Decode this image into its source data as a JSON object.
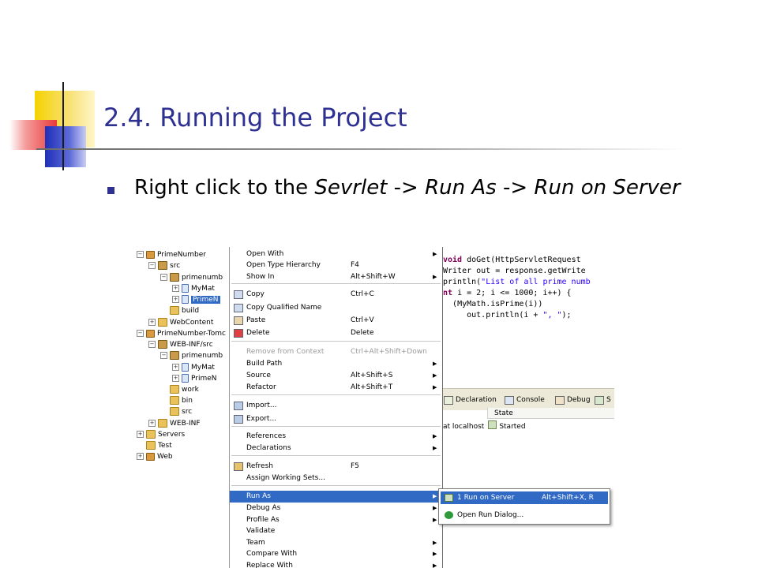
{
  "slide": {
    "title": "2.4. Running the Project",
    "bullet": {
      "prefix": "Right click to the ",
      "servlet": "Sevrlet",
      "arrow1": " -> ",
      "run_as": "Run As",
      "arrow2": " -> ",
      "run_on_server": "Run on Server"
    }
  },
  "tree": {
    "items": [
      {
        "label": "PrimeNumber",
        "icon": "project-icon",
        "expander": "−"
      },
      {
        "label": "src",
        "icon": "source-folder-icon",
        "expander": "−"
      },
      {
        "label": "primenumb",
        "icon": "package-icon",
        "expander": "−"
      },
      {
        "label": "MyMat",
        "icon": "java-file-icon",
        "expander": "+"
      },
      {
        "label": "PrimeN",
        "icon": "java-file-icon",
        "expander": "+",
        "selected": true
      },
      {
        "label": "build",
        "icon": "folder-icon",
        "expander": ""
      },
      {
        "label": "WebContent",
        "icon": "folder-icon",
        "expander": "+"
      },
      {
        "label": "PrimeNumber-Tomc",
        "icon": "project-icon",
        "expander": "−"
      },
      {
        "label": "WEB-INF/src",
        "icon": "source-folder-icon",
        "expander": "−"
      },
      {
        "label": "primenumb",
        "icon": "package-icon",
        "expander": "−"
      },
      {
        "label": "MyMat",
        "icon": "java-file-icon",
        "expander": "+"
      },
      {
        "label": "PrimeN",
        "icon": "java-file-icon",
        "expander": "+"
      },
      {
        "label": "work",
        "icon": "folder-icon",
        "expander": ""
      },
      {
        "label": "bin",
        "icon": "folder-icon",
        "expander": ""
      },
      {
        "label": "src",
        "icon": "folder-icon",
        "expander": ""
      },
      {
        "label": "WEB-INF",
        "icon": "folder-icon",
        "expander": "+"
      },
      {
        "label": "Servers",
        "icon": "folder-icon",
        "expander": "+"
      },
      {
        "label": "Test",
        "icon": "folder-icon",
        "expander": ""
      },
      {
        "label": "Web",
        "icon": "project-icon",
        "expander": "+"
      }
    ]
  },
  "code": {
    "line1_kw": "void",
    "line1_rest": " doGet(HttpServletRequest",
    "line2": "Writer out = response.getWrite",
    "line3_a": "println(",
    "line3_str": "\"List of all prime numb",
    "line4_kw": "nt",
    "line4_rest": " i = 2; i <= 1000; i++) {",
    "line5": "(MyMath.isPrime(i))",
    "line6_a": "out.println(i + ",
    "line6_str": "\", \"",
    "line6_b": ");"
  },
  "views": {
    "tabs": [
      "Declaration",
      "Console",
      "Debug",
      "S"
    ],
    "state_header": "State",
    "server_prefix": "at localhost",
    "server_state": "Started"
  },
  "menu": {
    "items": [
      {
        "label": "Open With",
        "shortcut": "",
        "submenu": true
      },
      {
        "label": "Open Type Hierarchy",
        "shortcut": "F4",
        "submenu": false
      },
      {
        "label": "Show In",
        "shortcut": "Alt+Shift+W",
        "submenu": true
      },
      {
        "label": "Copy",
        "shortcut": "Ctrl+C",
        "submenu": false,
        "icon": "copy-icon"
      },
      {
        "label": "Copy Qualified Name",
        "shortcut": "",
        "submenu": false,
        "icon": "copy-qualified-icon"
      },
      {
        "label": "Paste",
        "shortcut": "Ctrl+V",
        "submenu": false,
        "icon": "paste-icon"
      },
      {
        "label": "Delete",
        "shortcut": "Delete",
        "submenu": false,
        "icon": "delete-icon"
      },
      {
        "label": "Remove from Context",
        "shortcut": "Ctrl+Alt+Shift+Down",
        "submenu": false,
        "disabled": true
      },
      {
        "label": "Build Path",
        "shortcut": "",
        "submenu": true
      },
      {
        "label": "Source",
        "shortcut": "Alt+Shift+S",
        "submenu": true
      },
      {
        "label": "Refactor",
        "shortcut": "Alt+Shift+T",
        "submenu": true
      },
      {
        "label": "Import...",
        "shortcut": "",
        "submenu": false,
        "icon": "import-icon"
      },
      {
        "label": "Export...",
        "shortcut": "",
        "submenu": false,
        "icon": "export-icon"
      },
      {
        "label": "References",
        "shortcut": "",
        "submenu": true
      },
      {
        "label": "Declarations",
        "shortcut": "",
        "submenu": true
      },
      {
        "label": "Refresh",
        "shortcut": "F5",
        "submenu": false,
        "icon": "refresh-icon"
      },
      {
        "label": "Assign Working Sets...",
        "shortcut": "",
        "submenu": false
      },
      {
        "label": "Run As",
        "shortcut": "",
        "submenu": true,
        "highlighted": true
      },
      {
        "label": "Debug As",
        "shortcut": "",
        "submenu": true
      },
      {
        "label": "Profile As",
        "shortcut": "",
        "submenu": true
      },
      {
        "label": "Validate",
        "shortcut": "",
        "submenu": false
      },
      {
        "label": "Team",
        "shortcut": "",
        "submenu": true
      },
      {
        "label": "Compare With",
        "shortcut": "",
        "submenu": true
      },
      {
        "label": "Replace With",
        "shortcut": "",
        "submenu": true
      }
    ]
  },
  "submenu": {
    "items": [
      {
        "label": "1 Run on Server",
        "shortcut": "Alt+Shift+X, R",
        "highlighted": true
      },
      {
        "label": "Open Run Dialog...",
        "shortcut": ""
      }
    ]
  },
  "colors": {
    "title": "#2e3192",
    "highlight": "#316ac5",
    "java_keyword": "#7f0055",
    "java_string": "#2a00ff"
  }
}
